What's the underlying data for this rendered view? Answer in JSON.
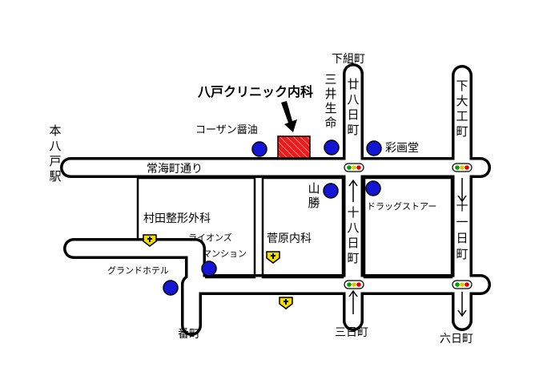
{
  "colors": {
    "road_fill": "#ffffff",
    "road_outline": "#000000",
    "landmark_dot": "#1414d4",
    "clinic_fill": "#e61e1e",
    "clinic_hatch": "#ff7070",
    "hospital_fill": "#f0dc00",
    "signal_red": "#e60000",
    "signal_yellow": "#e6c800",
    "signal_green": "#00a000"
  },
  "clinic": {
    "name": "八戸クリニック内科",
    "marker_icon": "hatched-red-square",
    "arrow_icon": "down-arrow-icon"
  },
  "roads": {
    "main_street": "常海町通り",
    "station": "本八戸駅",
    "shimogumi_cho": "下組町",
    "sannohe_inochi": "三井生命",
    "nijuhachinichi_machi": "廿八日町",
    "jyuhachinichi_machi": "十八日町",
    "shimodaiku_machi": "下大工町",
    "jyuichinichi_machi": "十一日町",
    "mikka_machi": "三日町",
    "muika_machi": "六日町",
    "ban_cho": "番町"
  },
  "landmarks": {
    "kosan_shoyu": "コーザン醤油",
    "saigado": "彩画堂",
    "yamakatsu": "山勝",
    "drugstore": "ドラッグストアー",
    "murata_clinic": "村田整形外科",
    "lions_mansion_1": "ライオンズ",
    "lions_mansion_2": "マンション",
    "sugawara_clinic": "菅原内科",
    "grand_hotel": "グランドホテル"
  },
  "icons": {
    "landmark": "blue-dot-icon",
    "hospital": "hospital-cross-icon",
    "signal": "traffic-signal-icon",
    "direction": "one-way-arrow-icon"
  }
}
